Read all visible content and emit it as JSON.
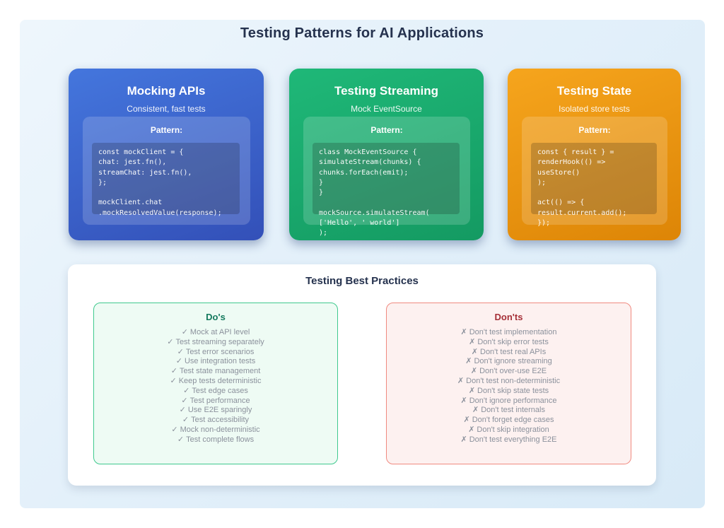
{
  "page": {
    "title": "Testing Patterns for AI Applications",
    "title_color": "#25324e",
    "panel_gradient": [
      "#eef6fc",
      "#d8eaf7"
    ]
  },
  "pattern_cards": [
    {
      "title": "Mocking APIs",
      "subtitle": "Consistent, fast tests",
      "pattern_label": "Pattern:",
      "gradient": [
        "#4476dd",
        "#3350b8"
      ],
      "code_lines": [
        "const mockClient = {",
        "chat: jest.fn(),",
        "streamChat: jest.fn(),",
        "};",
        "",
        "mockClient.chat",
        ".mockResolvedValue(response);"
      ]
    },
    {
      "title": "Testing Streaming",
      "subtitle": "Mock EventSource",
      "pattern_label": "Pattern:",
      "gradient": [
        "#1fb878",
        "#149a62"
      ],
      "code_lines": [
        "class MockEventSource {",
        "simulateStream(chunks) {",
        "chunks.forEach(emit);",
        "}",
        "}",
        "",
        "mockSource.simulateStream(",
        "['Hello', ' world']",
        ");"
      ]
    },
    {
      "title": "Testing State",
      "subtitle": "Isolated store tests",
      "pattern_label": "Pattern:",
      "gradient": [
        "#f6a51d",
        "#dd8506"
      ],
      "code_lines": [
        "const { result } =",
        "renderHook(() =>",
        "useStore()",
        ");",
        "",
        "act(() => {",
        "result.current.add();",
        "});"
      ]
    }
  ],
  "best_practices": {
    "title": "Testing Best Practices",
    "item_color": "#8b919c",
    "dos": {
      "title": "Do's",
      "mark": "✓",
      "accent_color": "#157a5e",
      "border_color": "#3fc98e",
      "background_color": "#eefbf4",
      "items": [
        "Mock at API level",
        "Test streaming separately",
        "Test error scenarios",
        "Use integration tests",
        "Test state management",
        "Keep tests deterministic",
        "Test edge cases",
        "Test performance",
        "Use E2E sparingly",
        "Test accessibility",
        "Mock non-deterministic",
        "Test complete flows"
      ]
    },
    "donts": {
      "title": "Don'ts",
      "mark": "✗",
      "accent_color": "#a63038",
      "border_color": "#f08a80",
      "background_color": "#fdf1f0",
      "items": [
        "Don't test implementation",
        "Don't skip error tests",
        "Don't test real APIs",
        "Don't ignore streaming",
        "Don't over-use E2E",
        "Don't test non-deterministic",
        "Don't skip state tests",
        "Don't ignore performance",
        "Don't test internals",
        "Don't forget edge cases",
        "Don't skip integration",
        "Don't test everything E2E"
      ]
    }
  }
}
